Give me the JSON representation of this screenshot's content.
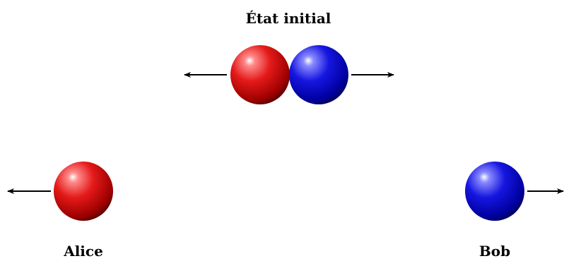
{
  "diagram": {
    "title": "État initial",
    "alice_label": "Alice",
    "bob_label": "Bob"
  },
  "colors": {
    "red_particle": "#e01010",
    "blue_particle": "#1010d8",
    "arrow": "#000000",
    "background": "#ffffff"
  }
}
